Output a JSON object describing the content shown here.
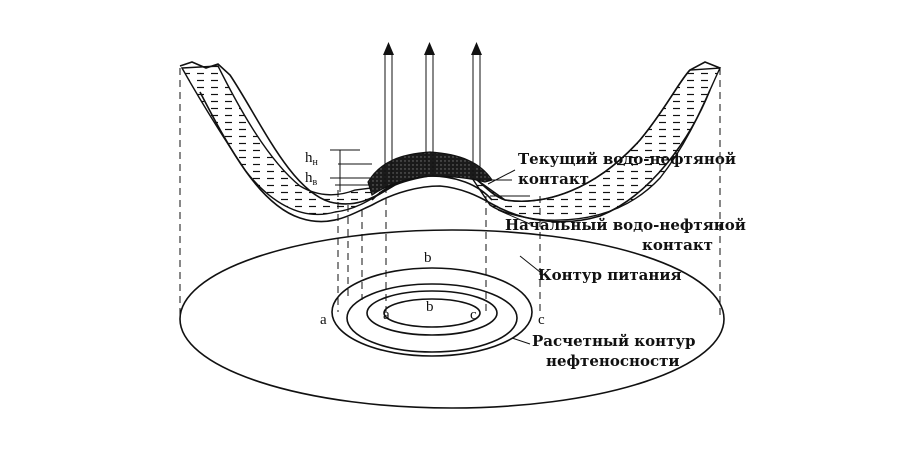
{
  "labels": {
    "current_contact_line1": "Текущий водо-нефтяной",
    "current_contact_line2": "контакт",
    "initial_contact_line1": "Начальный водо-нефтяной",
    "initial_contact_line2": "контакт",
    "supply_contour": "Контур питания",
    "calc_contour_line1": "Расчетный контур",
    "calc_contour_line2": "нефтеносности"
  },
  "heights": {
    "h_oil": "h",
    "h_oil_sub": "н",
    "h_water": "h",
    "h_water_sub": "в"
  },
  "letters": {
    "a_outer": "a",
    "a_inner": "a",
    "b_outer": "b",
    "b_inner": "b",
    "c_outer": "c",
    "c_inner": "c"
  }
}
